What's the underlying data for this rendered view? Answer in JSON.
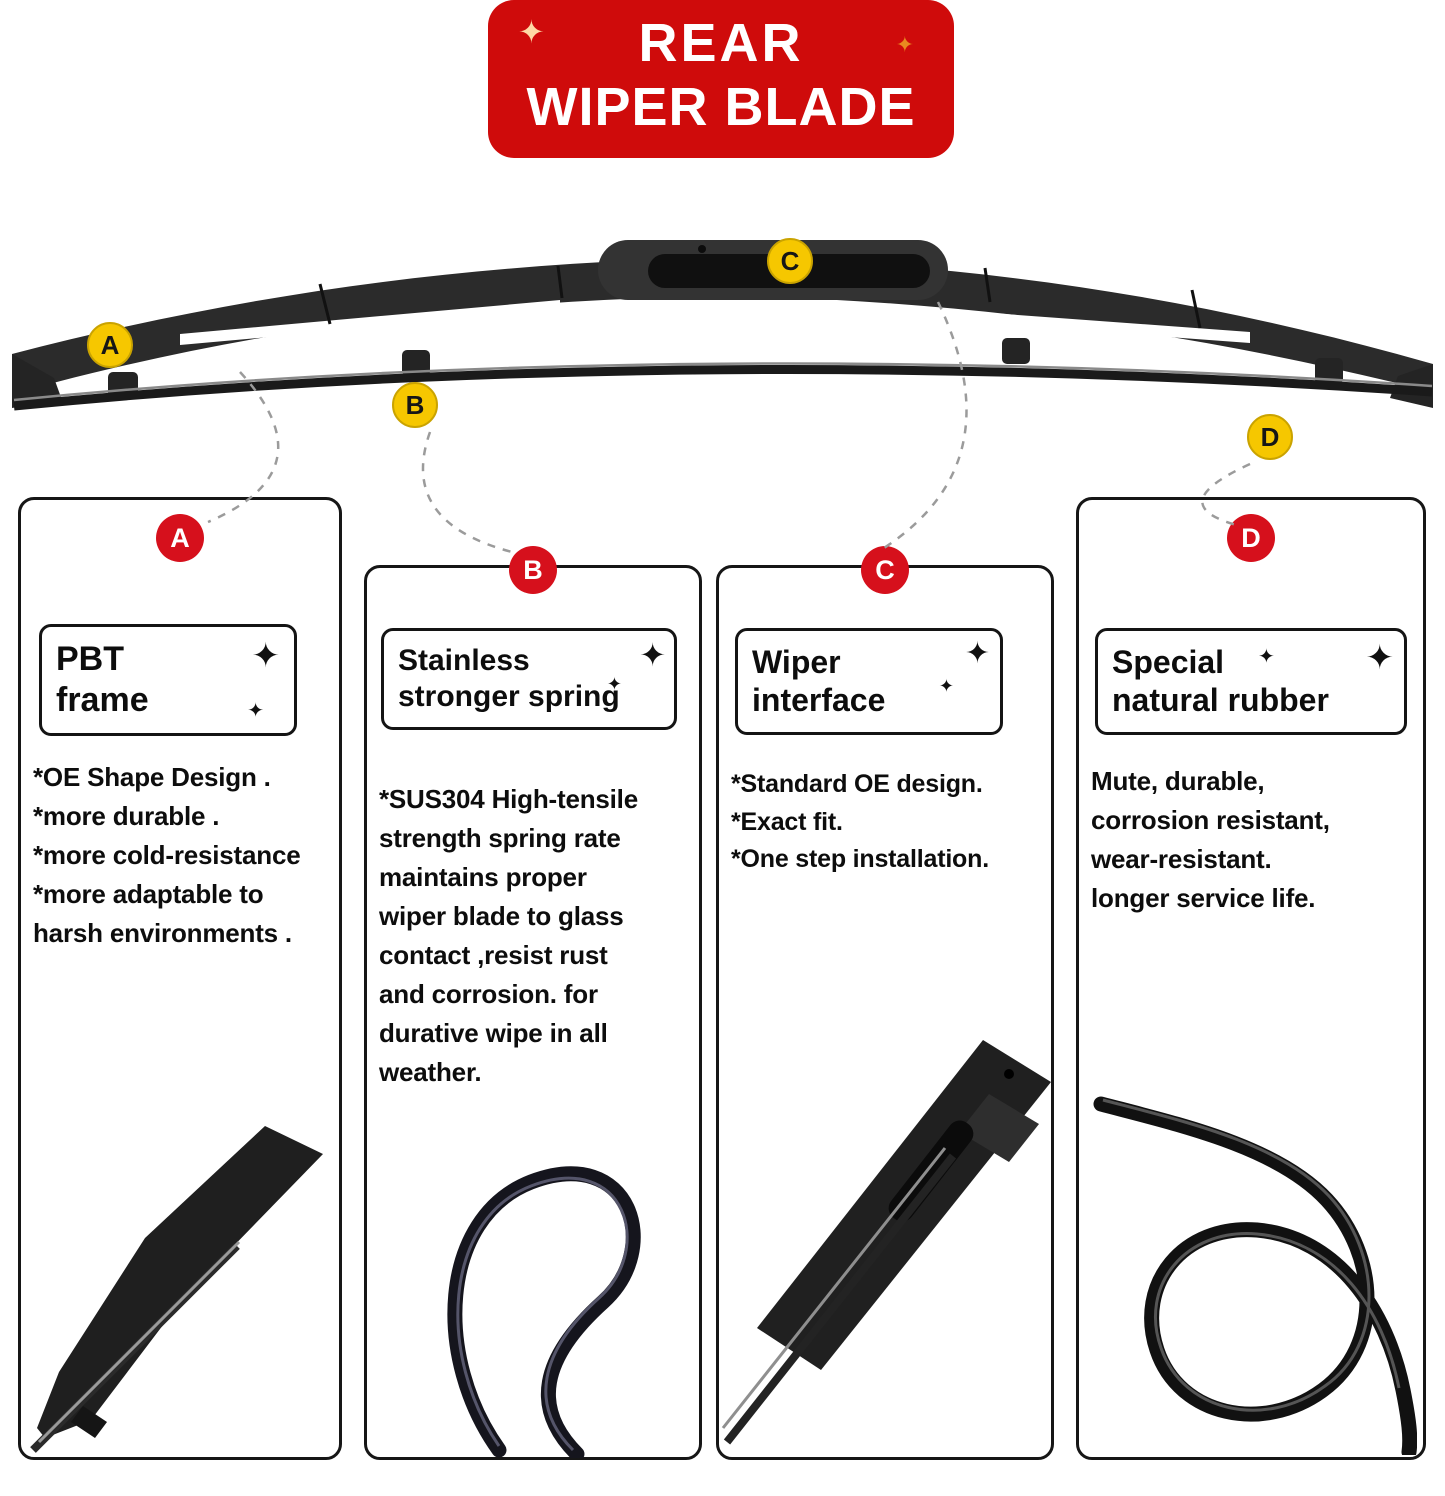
{
  "badge": {
    "line1": "REAR",
    "line2": "WIPER BLADE"
  },
  "icons": {
    "sparkle": "✦"
  },
  "colors": {
    "badge_red": "#cf0b0b",
    "callout_yellow": "#f6c700",
    "panel_circle_red": "#d6101c"
  },
  "blade_callouts": [
    {
      "label": "A"
    },
    {
      "label": "B"
    },
    {
      "label": "C"
    },
    {
      "label": "D"
    }
  ],
  "panels": [
    {
      "letter": "A",
      "title_lines": [
        "PBT",
        "frame"
      ],
      "body_lines": [
        "*OE Shape Design .",
        "*more durable .",
        "*more cold-resistance",
        "*more adaptable to",
        "harsh environments ."
      ],
      "photo": "wiper-end-tip"
    },
    {
      "letter": "B",
      "title_lines": [
        "Stainless",
        "stronger spring"
      ],
      "body_lines": [
        "*SUS304 High-tensile",
        "strength spring rate",
        "maintains proper",
        "wiper blade to glass",
        "contact ,resist rust",
        "and corrosion. for",
        "durative wipe in all",
        "weather."
      ],
      "photo": "stainless-spring-loop"
    },
    {
      "letter": "C",
      "title_lines": [
        "Wiper",
        "interface"
      ],
      "body_lines": [
        "*Standard OE design.",
        "*Exact fit.",
        "*One step installation."
      ],
      "photo": "wiper-interface-section"
    },
    {
      "letter": "D",
      "title_lines": [
        "Special",
        "natural rubber"
      ],
      "body_lines": [
        "Mute, durable,",
        "corrosion resistant,",
        "wear-resistant.",
        "longer service life."
      ],
      "photo": "natural-rubber-strip"
    }
  ]
}
